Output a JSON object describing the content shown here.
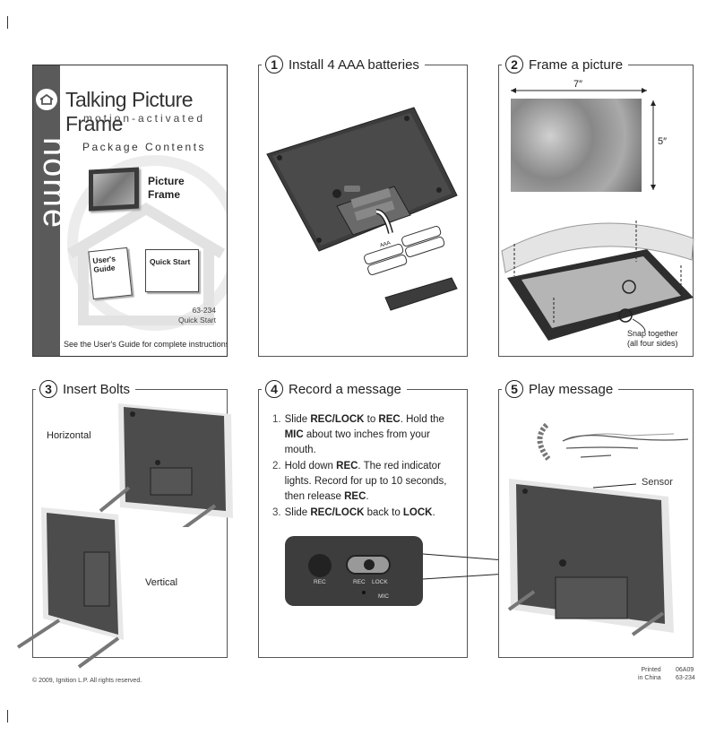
{
  "cover": {
    "brand_word": "home",
    "title": "Talking Picture Frame",
    "subtitle": "motion-activated",
    "package_heading": "Package Contents",
    "item_frame": "Picture Frame",
    "item_users_guide": "User's Guide",
    "item_quick_start": "Quick Start",
    "model": "63-234",
    "doc_type": "Quick Start",
    "footer": "See the User's Guide for complete instructions."
  },
  "steps": [
    {
      "number": "1",
      "title": "Install 4 AAA batteries"
    },
    {
      "number": "2",
      "title": "Frame a picture"
    },
    {
      "number": "3",
      "title": "Insert Bolts"
    },
    {
      "number": "4",
      "title": "Record a message"
    },
    {
      "number": "5",
      "title": "Play message"
    }
  ],
  "step1": {
    "battery_label": "AAA"
  },
  "step2": {
    "width_label": "7″",
    "height_label": "5″",
    "snap_line1": "Snap together",
    "snap_line2": "(all four sides)"
  },
  "step3": {
    "horizontal_label": "Horizontal",
    "vertical_label": "Vertical"
  },
  "step4": {
    "instructions": [
      {
        "n": "1.",
        "parts": [
          [
            "Slide ",
            false
          ],
          [
            "REC/LOCK",
            true
          ],
          [
            " to ",
            false
          ],
          [
            "REC",
            true
          ],
          [
            ". Hold the ",
            false
          ],
          [
            "MIC",
            true
          ],
          [
            " about two inches from your mouth.",
            false
          ]
        ]
      },
      {
        "n": "2.",
        "parts": [
          [
            "Hold down ",
            false
          ],
          [
            "REC",
            true
          ],
          [
            ". The red indicator lights. Record for up to 10 seconds, then release ",
            false
          ],
          [
            "REC",
            true
          ],
          [
            ".",
            false
          ]
        ]
      },
      {
        "n": "3.",
        "parts": [
          [
            "Slide ",
            false
          ],
          [
            "REC/LOCK",
            true
          ],
          [
            " back to ",
            false
          ],
          [
            "LOCK",
            true
          ],
          [
            ".",
            false
          ]
        ]
      }
    ],
    "closeup_rec": "REC",
    "closeup_rec2": "REC",
    "closeup_lock": "LOCK",
    "closeup_mic": "MIC"
  },
  "step5": {
    "sensor_label": "Sensor"
  },
  "footer": {
    "copyright": "© 2009, Ignition L.P. All rights reserved.",
    "printed": "Printed",
    "in_china": "in China",
    "code1": "06A09",
    "code2": "63-234"
  },
  "colors": {
    "frame_dark": "#3a3a3a",
    "panel_border": "#555555",
    "cover_strip": "#5a5a5a"
  }
}
